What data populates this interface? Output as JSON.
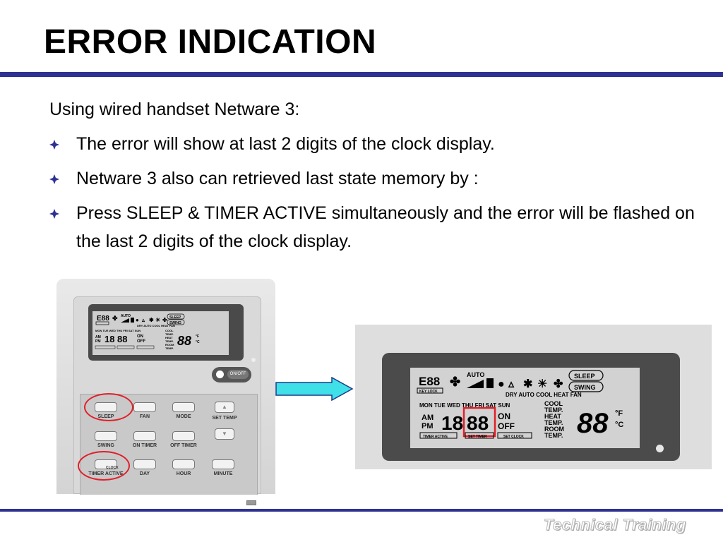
{
  "slide": {
    "title": "ERROR INDICATION",
    "intro": "Using wired handset Netware 3:",
    "bullets": [
      "The error will show at last 2 digits of the clock display.",
      "Netware 3 also can retrieved last state memory by :",
      "Press SLEEP & TIMER ACTIVE simultaneously and the error will be flashed  on the last 2 digits of the clock display."
    ],
    "footer": "Technical Training"
  },
  "handset": {
    "onoff_label": "ON/OFF",
    "keys": [
      {
        "label": "SLEEP",
        "highlighted": true
      },
      {
        "label": "FAN",
        "highlighted": false
      },
      {
        "label": "MODE",
        "highlighted": false
      },
      {
        "label": "SET TEMP",
        "highlighted": false
      },
      {
        "label": "SWING",
        "highlighted": false
      },
      {
        "label": "ON TIMER",
        "highlighted": false
      },
      {
        "label": "OFF TIMER",
        "highlighted": false
      },
      {
        "label": "TIMER ACTIVE",
        "highlighted": true
      },
      {
        "label": "DAY",
        "highlighted": false
      },
      {
        "label": "HOUR",
        "highlighted": false
      },
      {
        "label": "MINUTE",
        "highlighted": false
      }
    ],
    "clock_label": "CLOCK"
  },
  "display": {
    "error_code": "E88",
    "key_lock": "KEY LOCK",
    "auto": "AUTO",
    "sleep": "SLEEP",
    "swing": "SWING",
    "modes": "DRY AUTO COOL HEAT FAN",
    "days": "MON TUE WED THU FRI SAT SUN",
    "am": "AM",
    "pm": "PM",
    "clock_hour": "18",
    "clock_error_digits": "88",
    "on": "ON",
    "off": "OFF",
    "timer_active": "TIMER ACTIVE",
    "set_timer": "SET TIMER",
    "set_clock": "SET CLOCK",
    "temp_labels": [
      "COOL",
      "TEMP.",
      "HEAT",
      "TEMP.",
      "ROOM",
      "TEMP."
    ],
    "temp_value": "88",
    "unit_f": "°F",
    "unit_c": "°C"
  },
  "colors": {
    "rule": "#2e3192",
    "highlight": "#e0202a",
    "arrow_fill": "#40e0e8",
    "bullet": "#2e3192"
  }
}
